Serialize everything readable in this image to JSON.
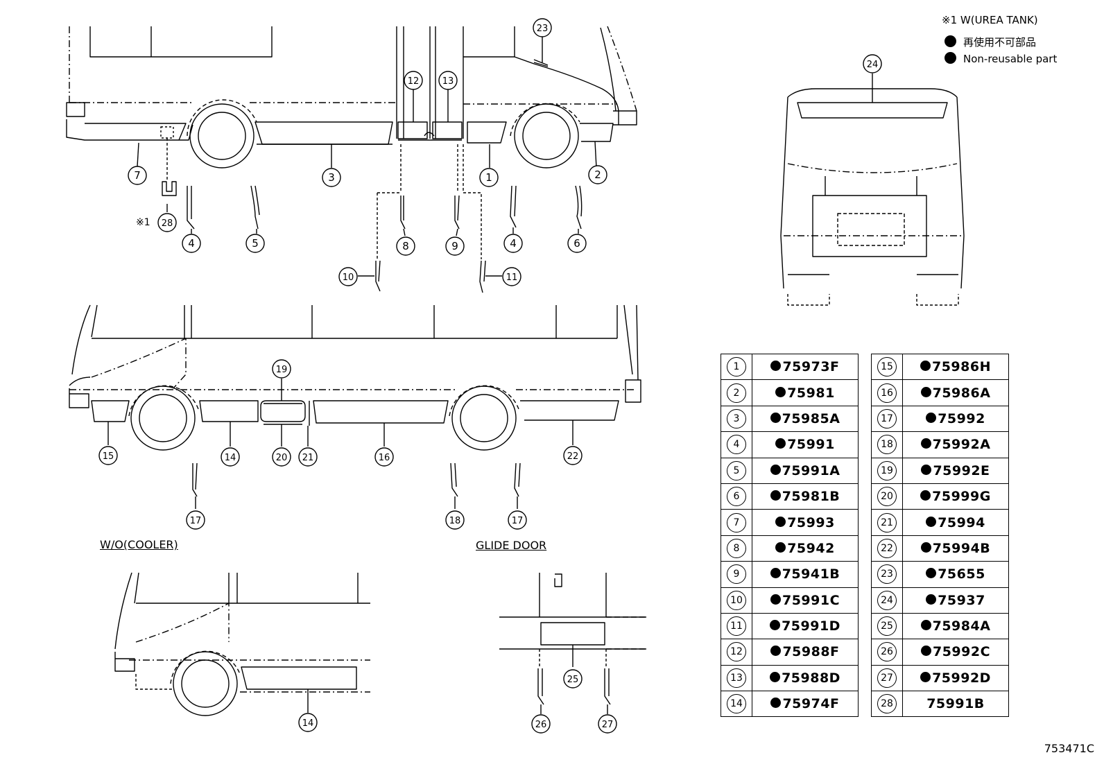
{
  "legend": {
    "note": "※1 W(UREA TANK)",
    "non_reusable_ja": "再使用不可部品",
    "non_reusable_en": "Non-reusable part"
  },
  "captions": {
    "wo_cooler": "W/O(COOLER)",
    "glide_door": "GLIDE DOOR",
    "urea_note_marker": "※1"
  },
  "diagram_code": "753471C",
  "callouts": [
    "1",
    "2",
    "3",
    "4",
    "5",
    "6",
    "7",
    "8",
    "9",
    "10",
    "11",
    "12",
    "13",
    "14",
    "15",
    "16",
    "17",
    "18",
    "19",
    "20",
    "21",
    "22",
    "23",
    "24",
    "25",
    "26",
    "27",
    "28"
  ],
  "parts_left": [
    {
      "num": "1",
      "part": "75973F",
      "non_reusable": true
    },
    {
      "num": "2",
      "part": "75981",
      "non_reusable": true
    },
    {
      "num": "3",
      "part": "75985A",
      "non_reusable": true
    },
    {
      "num": "4",
      "part": "75991",
      "non_reusable": true
    },
    {
      "num": "5",
      "part": "75991A",
      "non_reusable": true
    },
    {
      "num": "6",
      "part": "75981B",
      "non_reusable": true
    },
    {
      "num": "7",
      "part": "75993",
      "non_reusable": true
    },
    {
      "num": "8",
      "part": "75942",
      "non_reusable": true
    },
    {
      "num": "9",
      "part": "75941B",
      "non_reusable": true
    },
    {
      "num": "10",
      "part": "75991C",
      "non_reusable": true
    },
    {
      "num": "11",
      "part": "75991D",
      "non_reusable": true
    },
    {
      "num": "12",
      "part": "75988F",
      "non_reusable": true
    },
    {
      "num": "13",
      "part": "75988D",
      "non_reusable": true
    },
    {
      "num": "14",
      "part": "75974F",
      "non_reusable": true
    }
  ],
  "parts_right": [
    {
      "num": "15",
      "part": "75986H",
      "non_reusable": true
    },
    {
      "num": "16",
      "part": "75986A",
      "non_reusable": true
    },
    {
      "num": "17",
      "part": "75992",
      "non_reusable": true
    },
    {
      "num": "18",
      "part": "75992A",
      "non_reusable": true
    },
    {
      "num": "19",
      "part": "75992E",
      "non_reusable": true
    },
    {
      "num": "20",
      "part": "75999G",
      "non_reusable": true
    },
    {
      "num": "21",
      "part": "75994",
      "non_reusable": true
    },
    {
      "num": "22",
      "part": "75994B",
      "non_reusable": true
    },
    {
      "num": "23",
      "part": "75655",
      "non_reusable": true
    },
    {
      "num": "24",
      "part": "75937",
      "non_reusable": true
    },
    {
      "num": "25",
      "part": "75984A",
      "non_reusable": true
    },
    {
      "num": "26",
      "part": "75992C",
      "non_reusable": true
    },
    {
      "num": "27",
      "part": "75992D",
      "non_reusable": true
    },
    {
      "num": "28",
      "part": "75991B",
      "non_reusable": false
    }
  ]
}
